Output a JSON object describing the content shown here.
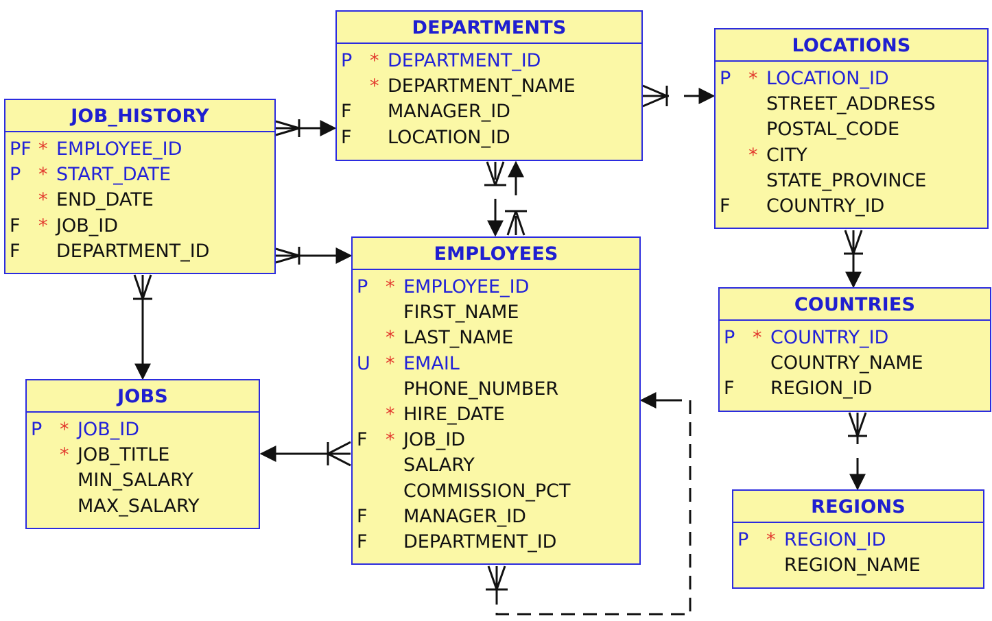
{
  "entities": [
    {
      "name": "DEPARTMENTS",
      "columns": [
        {
          "key": "P",
          "req": "*",
          "name": "DEPARTMENT_ID",
          "pk": true
        },
        {
          "key": "",
          "req": "*",
          "name": "DEPARTMENT_NAME"
        },
        {
          "key": "F",
          "req": "",
          "name": "MANAGER_ID"
        },
        {
          "key": "F",
          "req": "",
          "name": "LOCATION_ID"
        }
      ]
    },
    {
      "name": "LOCATIONS",
      "columns": [
        {
          "key": "P",
          "req": "*",
          "name": "LOCATION_ID",
          "pk": true
        },
        {
          "key": "",
          "req": "",
          "name": "STREET_ADDRESS"
        },
        {
          "key": "",
          "req": "",
          "name": "POSTAL_CODE"
        },
        {
          "key": "",
          "req": "*",
          "name": "CITY"
        },
        {
          "key": "",
          "req": "",
          "name": "STATE_PROVINCE"
        },
        {
          "key": "F",
          "req": "",
          "name": "COUNTRY_ID"
        }
      ]
    },
    {
      "name": "JOB_HISTORY",
      "columns": [
        {
          "key": "PF",
          "req": "*",
          "name": "EMPLOYEE_ID",
          "pk": true
        },
        {
          "key": "P",
          "req": "*",
          "name": "START_DATE",
          "pk": true
        },
        {
          "key": "",
          "req": "*",
          "name": "END_DATE"
        },
        {
          "key": "F",
          "req": "*",
          "name": "JOB_ID"
        },
        {
          "key": "F",
          "req": "",
          "name": "DEPARTMENT_ID"
        }
      ]
    },
    {
      "name": "EMPLOYEES",
      "columns": [
        {
          "key": "P",
          "req": "*",
          "name": "EMPLOYEE_ID",
          "pk": true
        },
        {
          "key": "",
          "req": "",
          "name": "FIRST_NAME"
        },
        {
          "key": "",
          "req": "*",
          "name": "LAST_NAME"
        },
        {
          "key": "U",
          "req": "*",
          "name": "EMAIL",
          "pk": true
        },
        {
          "key": "",
          "req": "",
          "name": "PHONE_NUMBER"
        },
        {
          "key": "",
          "req": "*",
          "name": "HIRE_DATE"
        },
        {
          "key": "F",
          "req": "*",
          "name": "JOB_ID"
        },
        {
          "key": "",
          "req": "",
          "name": "SALARY"
        },
        {
          "key": "",
          "req": "",
          "name": "COMMISSION_PCT"
        },
        {
          "key": "F",
          "req": "",
          "name": "MANAGER_ID"
        },
        {
          "key": "F",
          "req": "",
          "name": "DEPARTMENT_ID"
        }
      ]
    },
    {
      "name": "COUNTRIES",
      "columns": [
        {
          "key": "P",
          "req": "*",
          "name": "COUNTRY_ID",
          "pk": true
        },
        {
          "key": "",
          "req": "",
          "name": "COUNTRY_NAME"
        },
        {
          "key": "F",
          "req": "",
          "name": "REGION_ID"
        }
      ]
    },
    {
      "name": "JOBS",
      "columns": [
        {
          "key": "P",
          "req": "*",
          "name": "JOB_ID",
          "pk": true
        },
        {
          "key": "",
          "req": "*",
          "name": "JOB_TITLE"
        },
        {
          "key": "",
          "req": "",
          "name": "MIN_SALARY"
        },
        {
          "key": "",
          "req": "",
          "name": "MAX_SALARY"
        }
      ]
    },
    {
      "name": "REGIONS",
      "columns": [
        {
          "key": "P",
          "req": "*",
          "name": "REGION_ID",
          "pk": true
        },
        {
          "key": "",
          "req": "",
          "name": "REGION_NAME"
        }
      ]
    }
  ],
  "colors": {
    "fill": "#fbf8a6",
    "border": "#2b2bdf",
    "key_text": "#2222d8",
    "required": "#e23a2e"
  }
}
